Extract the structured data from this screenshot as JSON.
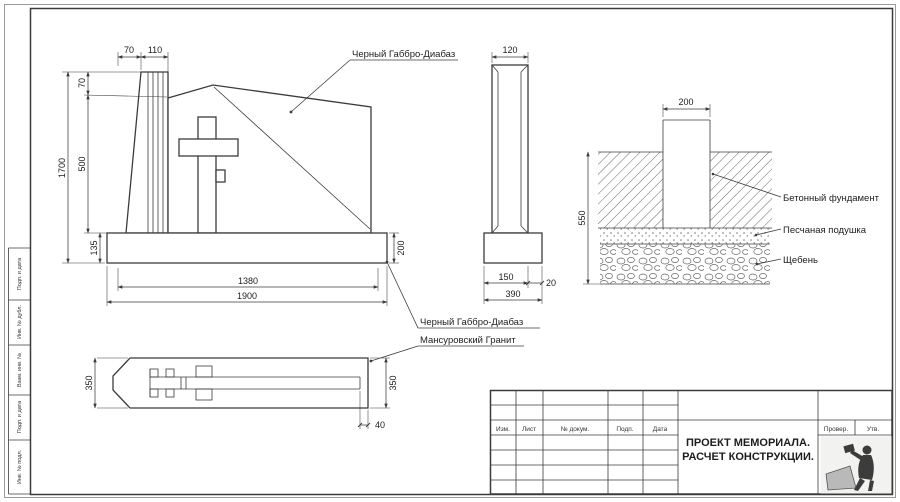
{
  "colors": {
    "ink": "#3b3b3b",
    "paper": "#ffffff"
  },
  "frame": {
    "side_labels": [
      "Подп. и дата",
      "Инв. № дубл.",
      "Взам. инв. №",
      "Подп. и дата",
      "Инв. № подл."
    ]
  },
  "front_view": {
    "dim_top_left": "70",
    "dim_top_right": "110",
    "dim_height_small": "70",
    "dim_height_mid": "500",
    "dim_height_total": "1700",
    "dim_base_height_left": "135",
    "dim_base_height_right": "200",
    "dim_width_inner": "1380",
    "dim_width_outer": "1900",
    "material_label": "Черный Габбро-Диабаз"
  },
  "side_view": {
    "dim_width_top": "120",
    "dim_base_main": "150",
    "dim_base_edge": "20",
    "dim_base_total": "390"
  },
  "foundation_view": {
    "dim_width": "200",
    "dim_depth": "550",
    "label_concrete": "Бетонный фундамент",
    "label_sand": "Песчаная подушка",
    "label_gravel": "Щебень"
  },
  "plan_view": {
    "dim_height_left": "350",
    "dim_height_right": "350",
    "dim_offset": "40"
  },
  "material_labels": {
    "gabbro": "Черный Габбро-Диабаз",
    "granite": "Мансуровский Гранит"
  },
  "title_block": {
    "title_line1": "ПРОЕКТ МЕМОРИАЛА.",
    "title_line2": "РАСЧЕТ КОНСТРУКЦИИ.",
    "col_headers": [
      "Изм.",
      "Лист",
      "№ докум.",
      "Подп.",
      "Дата"
    ],
    "label_checked": "Провер.",
    "label_approved": "Утв.",
    "logo": "stonemason-emblem"
  }
}
